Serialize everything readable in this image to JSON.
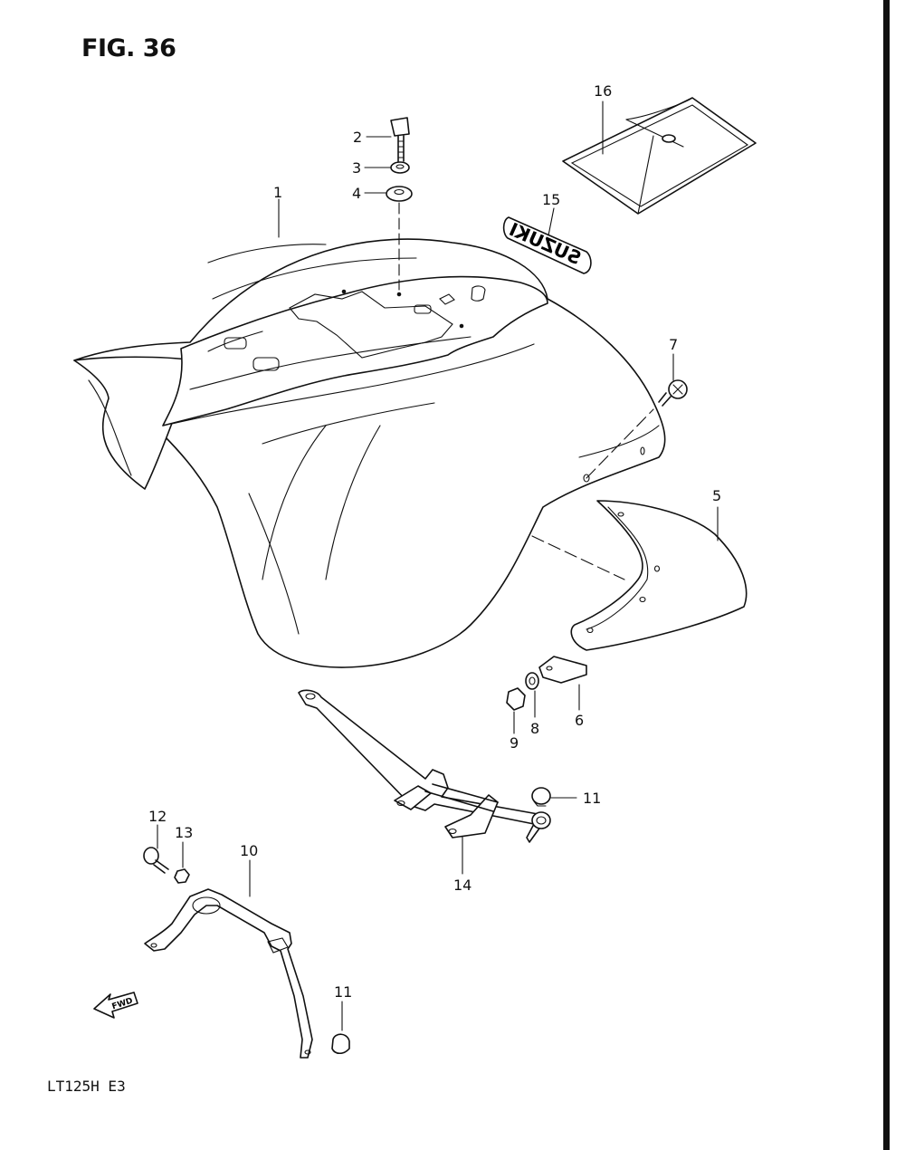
{
  "figure": {
    "title": "FIG. 36",
    "model": "LT125H  E3",
    "emblem_text": "SUZUKI",
    "fwd_text": "FWD"
  },
  "callouts": {
    "c1": "1",
    "c2": "2",
    "c3": "3",
    "c4": "4",
    "c5": "5",
    "c6": "6",
    "c7": "7",
    "c8": "8",
    "c9": "9",
    "c10": "10",
    "c11a": "11",
    "c11b": "11",
    "c12": "12",
    "c13": "13",
    "c14": "14",
    "c15": "15",
    "c16": "16"
  }
}
